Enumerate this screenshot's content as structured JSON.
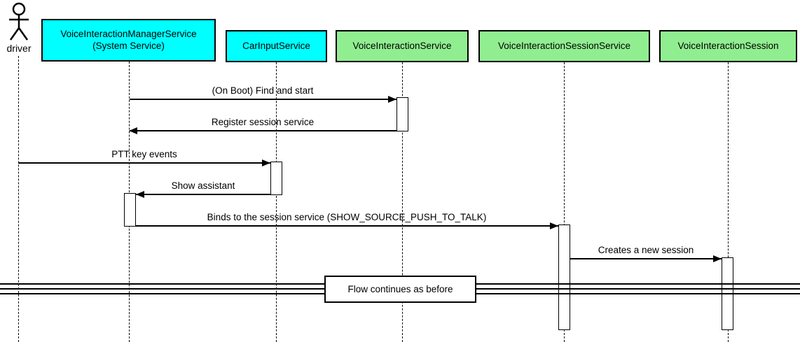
{
  "diagram": {
    "diagram_type": "uml-sequence",
    "actor": {
      "label": "driver"
    },
    "participants": [
      {
        "label": "VoiceInteractionManagerService\n(System Service)",
        "fill": "#00FFFF"
      },
      {
        "label": "CarInputService",
        "fill": "#00FFFF"
      },
      {
        "label": "VoiceInteractionService",
        "fill": "#90EE90"
      },
      {
        "label": "VoiceInteractionSessionService",
        "fill": "#90EE90"
      },
      {
        "label": "VoiceInteractionSession",
        "fill": "#90EE90"
      }
    ],
    "messages": [
      {
        "label": "(On Boot) Find and start",
        "from": "VoiceInteractionManagerService (System Service)",
        "to": "VoiceInteractionService",
        "direction": "right"
      },
      {
        "label": "Register session service",
        "from": "VoiceInteractionService",
        "to": "VoiceInteractionManagerService (System Service)",
        "direction": "left"
      },
      {
        "label": "PTT key events",
        "from": "driver",
        "to": "CarInputService",
        "direction": "right"
      },
      {
        "label": "Show assistant",
        "from": "CarInputService",
        "to": "VoiceInteractionManagerService (System Service)",
        "direction": "left"
      },
      {
        "label": "Binds to the session service (SHOW_SOURCE_PUSH_TO_TALK)",
        "from": "VoiceInteractionManagerService (System Service)",
        "to": "VoiceInteractionSessionService",
        "direction": "right"
      },
      {
        "label": "Creates a new session",
        "from": "VoiceInteractionSessionService",
        "to": "VoiceInteractionSession",
        "direction": "right"
      }
    ],
    "divider": {
      "label": "Flow continues as before"
    },
    "colors": {
      "cyan_fill": "#00FFFF",
      "green_fill": "#90EE90",
      "line": "#000000",
      "background": "#FFFFFF"
    }
  }
}
